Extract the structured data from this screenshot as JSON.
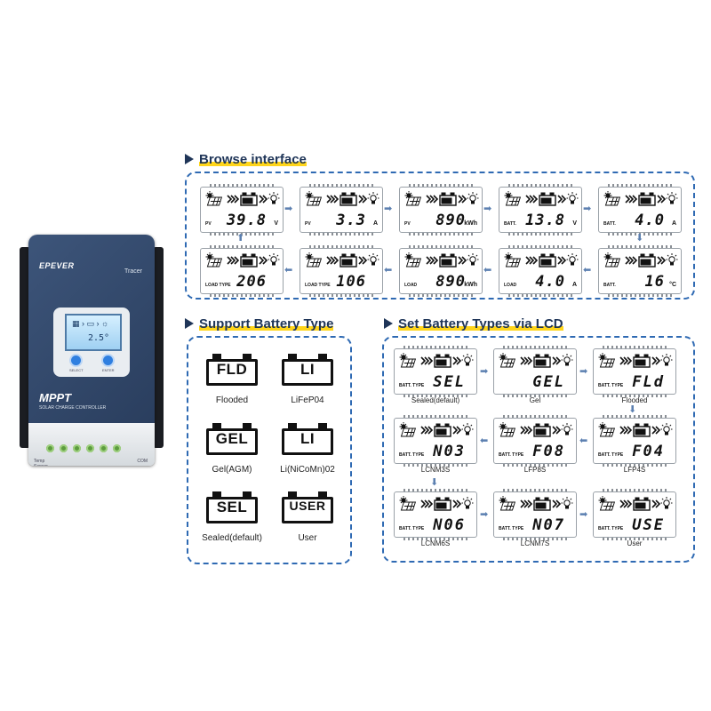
{
  "device": {
    "brand": "EPEVER",
    "model": "Tracer",
    "lcd_value": "2.5°",
    "select_label": "SELECT",
    "enter_label": "ENTER",
    "product": "MPPT",
    "subtitle": "SOLAR CHARGE CONTROLLER",
    "temp_label": "Temp Sensor",
    "com_label": "COM"
  },
  "browse": {
    "title": "Browse interface",
    "screens": [
      {
        "label": "PV",
        "value": "39.8",
        "unit": "V"
      },
      {
        "label": "PV",
        "value": "3.3",
        "unit": "A"
      },
      {
        "label": "PV",
        "value": "890",
        "unit": "kWh"
      },
      {
        "label": "BATT.",
        "value": "13.8",
        "unit": "V"
      },
      {
        "label": "BATT.",
        "value": "4.0",
        "unit": "A"
      },
      {
        "label": "BATT.",
        "value": "16",
        "unit": "°C"
      },
      {
        "label": "LOAD",
        "value": "4.0",
        "unit": "A"
      },
      {
        "label": "LOAD",
        "value": "890",
        "unit": "kWh"
      },
      {
        "label": "LOAD TYPE",
        "value": "106",
        "unit": ""
      },
      {
        "label": "LOAD TYPE",
        "value": "206",
        "unit": ""
      }
    ]
  },
  "battery_types": {
    "title": "Support Battery Type",
    "items": [
      {
        "code": "FLD",
        "caption": "Flooded"
      },
      {
        "code": "LI",
        "caption": "LiFeP04"
      },
      {
        "code": "GEL",
        "caption": "Gel(AGM)"
      },
      {
        "code": "LI",
        "caption": "Li(NiCoMn)02"
      },
      {
        "code": "SEL",
        "caption": "Sealed(default)"
      },
      {
        "code": "USER",
        "caption": "User"
      }
    ]
  },
  "set_types": {
    "title": "Set Battery Types via LCD",
    "screens": [
      {
        "label": "BATT. TYPE",
        "value": "SEL",
        "caption": "Sealed(default)"
      },
      {
        "label": "",
        "value": "GEL",
        "caption": "Gel"
      },
      {
        "label": "BATT. TYPE",
        "value": "FLd",
        "caption": "Flooded"
      },
      {
        "label": "BATT. TYPE",
        "value": "F04",
        "caption": "LFP4S"
      },
      {
        "label": "BATT. TYPE",
        "value": "F08",
        "caption": "LFP8S"
      },
      {
        "label": "BATT. TYPE",
        "value": "N03",
        "caption": "LCNM3S"
      },
      {
        "label": "BATT. TYPE",
        "value": "N06",
        "caption": "LCNM6S"
      },
      {
        "label": "BATT. TYPE",
        "value": "N07",
        "caption": "LCNM7S"
      },
      {
        "label": "BATT. TYPE",
        "value": "USE",
        "caption": "User"
      }
    ]
  }
}
